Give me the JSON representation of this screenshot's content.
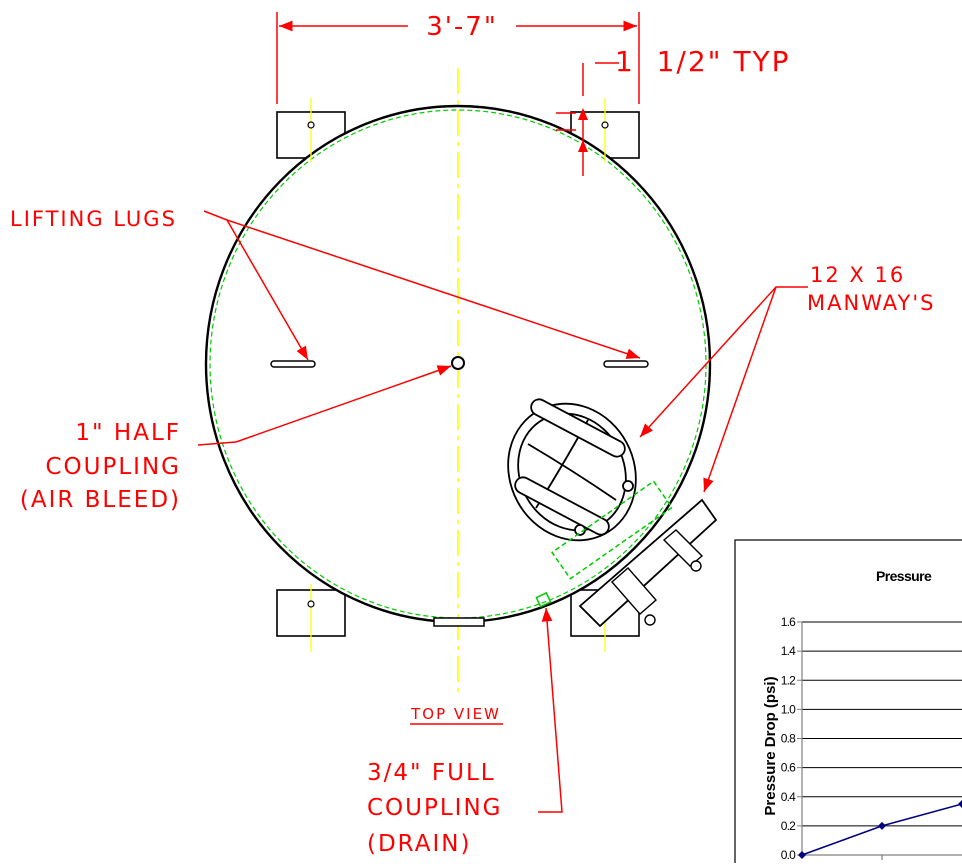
{
  "colors": {
    "annotation": "#ff0000",
    "outline": "#000000",
    "centerline": "#ffff00",
    "hidden_line": "#00cc00",
    "series": "#000080"
  },
  "dimensions": {
    "width": "3'-7\"",
    "edge_offset": "1  1/2\" TYP"
  },
  "labels": {
    "lifting_lugs": "LIFTING LUGS",
    "manways_line1": "12 X 16",
    "manways_line2": "MANWAY'S",
    "half_coupling_line1": "1\" HALF",
    "half_coupling_line2": "COUPLING",
    "half_coupling_line3": "(AIR BLEED)",
    "full_coupling_line1": "3/4\" FULL",
    "full_coupling_line2": "COUPLING",
    "full_coupling_line3": "(DRAIN)",
    "view_title": "TOP VIEW"
  },
  "chart_data": {
    "type": "line",
    "title": "Pressure",
    "ylabel": "Pressure Drop (psi)",
    "ylim": [
      0,
      1.6
    ],
    "yticks": [
      "0.0",
      "0.2",
      "0.4",
      "0.6",
      "0.8",
      "1.0",
      "1.2",
      "1.4",
      "1.6"
    ],
    "series": [
      {
        "x": [
          0,
          1,
          2
        ],
        "y": [
          0.0,
          0.2,
          0.35
        ]
      }
    ]
  }
}
